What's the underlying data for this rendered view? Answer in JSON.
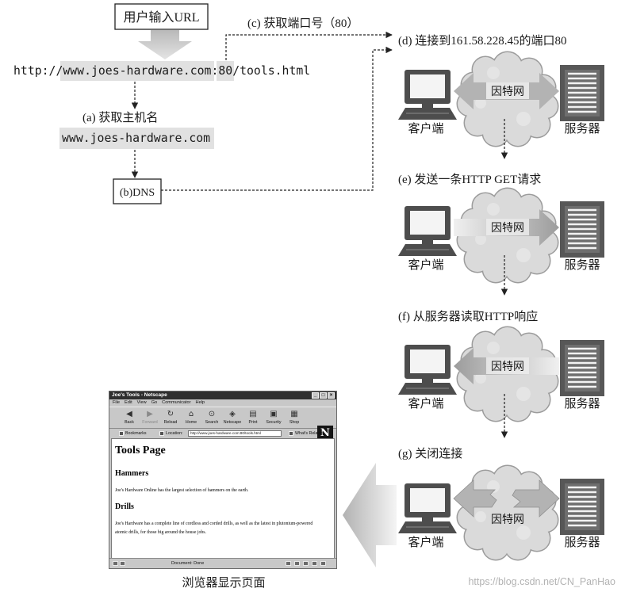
{
  "diagram": {
    "user_input": "用户输入URL",
    "url": {
      "scheme": "http://",
      "host": "www.joes-hardware.com",
      "colon": ":",
      "port": "80",
      "path": "/tools.html"
    },
    "step_a": "(a) 获取主机名",
    "hostname": "www.joes-hardware.com",
    "step_b": "(b)DNS",
    "step_c": "(c) 获取端口号（80）",
    "step_d": "(d) 连接到161.58.228.45的端口80",
    "step_e": "(e) 发送一条HTTP GET请求",
    "step_f": "(f) 从服务器读取HTTP响应",
    "step_g": "(g) 关闭连接",
    "scenes": [
      {
        "client": "客户端",
        "network": "因特网",
        "server": "服务器"
      },
      {
        "client": "客户端",
        "network": "因特网",
        "server": "服务器"
      },
      {
        "client": "客户端",
        "network": "因特网",
        "server": "服务器"
      },
      {
        "client": "客户端",
        "network": "因特网",
        "server": "服务器"
      }
    ],
    "caption": "浏览器显示页面"
  },
  "icons": {
    "client": "desktop-computer-icon",
    "server": "server-icon",
    "network": "cloud-icon",
    "flow": "block-arrow-icon"
  },
  "browser": {
    "title": "Joe's Tools - Netscape",
    "menu": [
      "File",
      "Edit",
      "View",
      "Go",
      "Communicator",
      "Help"
    ],
    "toolbar": [
      {
        "label": "Back",
        "icon": "back-icon"
      },
      {
        "label": "Forward",
        "icon": "forward-icon"
      },
      {
        "label": "Reload",
        "icon": "reload-icon"
      },
      {
        "label": "Home",
        "icon": "home-icon"
      },
      {
        "label": "Search",
        "icon": "search-icon"
      },
      {
        "label": "Netscape",
        "icon": "netscape-icon"
      },
      {
        "label": "Print",
        "icon": "print-icon"
      },
      {
        "label": "Security",
        "icon": "security-icon"
      },
      {
        "label": "Shop",
        "icon": "shop-icon"
      }
    ],
    "logo": "N",
    "bookmarks_label": "Bookmarks",
    "location_label": "Location:",
    "location_value": "http://www.joes-hardware.com:80/tools.html",
    "whats_related": "What's Related",
    "page": {
      "heading": "Tools Page",
      "sections": [
        {
          "title": "Hammers",
          "text": "Joe's Hardware Online has the largest selection of hammers on the earth."
        },
        {
          "title": "Drills",
          "text": "Joe's Hardware has a complete line of cordless and corded drills, as well as the latest in plutonium-powered atomic drills, for those big around the house jobs."
        }
      ]
    },
    "status": "Document: Done"
  },
  "watermark": "https://blog.csdn.net/CN_PanHao",
  "colors": {
    "arrow": "#b3b3b3",
    "cloud": "#dadada",
    "highlight": "#e1e1e1",
    "device": "#4d4d4d",
    "watermark": "#b3b3b3"
  }
}
